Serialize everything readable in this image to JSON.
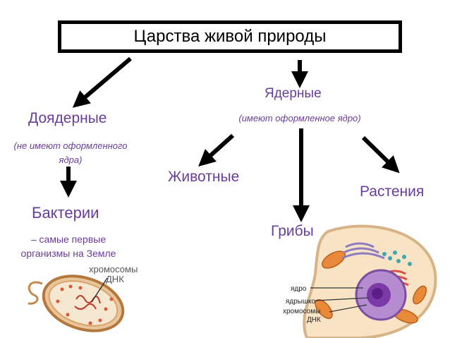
{
  "title": "Царства живой природы",
  "prokaryotes": {
    "label": "Доядерные",
    "note": "(не имеют оформленного ядра)"
  },
  "bacteria": {
    "label": "Бактерии",
    "desc_line1": "– самые первые",
    "desc_line2": "организмы на Земле"
  },
  "eukaryotes": {
    "label": "Ядерные",
    "note": "(имеют оформленное ядро)"
  },
  "animals": {
    "label": "Животные"
  },
  "fungi": {
    "label": "Грибы"
  },
  "plants": {
    "label": "Растения"
  },
  "bacteria_figure": {
    "label1": "хромосомы",
    "label2": "ДНК"
  },
  "cell_figure": {
    "label_nucleus": "ядро",
    "label_nucleolus": "ядрышко",
    "label_chromosomes": "хромосомы",
    "label_dna": "ДНК"
  },
  "colors": {
    "node_text": "#6a3d9a",
    "arrow": "#000000"
  }
}
